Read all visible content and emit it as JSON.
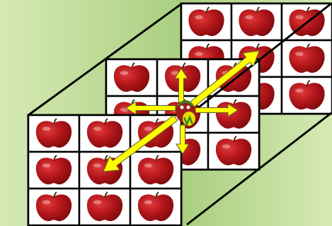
{
  "colors": {
    "background_light": "#d6e9b4",
    "background_mid": "#a9cf7f",
    "grid_line": "#000000",
    "cell_fill": "#ffffff",
    "apple_dark": "#7a0a0c",
    "apple_mid": "#b4161b",
    "apple_light": "#e03a3a",
    "arrow_fill": "#ffff00",
    "arrow_outline": "#5a5a2a",
    "center_mark_green": "#2e8b22",
    "center_mark_yellow": "#e8e000"
  },
  "layers": [
    {
      "name": "back",
      "rows": 3,
      "cols": 3,
      "cell": "apple"
    },
    {
      "name": "middle",
      "rows": 3,
      "cols": 3,
      "cell": "apple"
    },
    {
      "name": "front",
      "rows": 3,
      "cols": 3,
      "cell": "apple"
    }
  ],
  "arrows": [
    "up",
    "down",
    "left",
    "right",
    "back-diagonal",
    "front-diagonal"
  ],
  "icons": [
    "apple-icon",
    "center-mascot-icon"
  ]
}
